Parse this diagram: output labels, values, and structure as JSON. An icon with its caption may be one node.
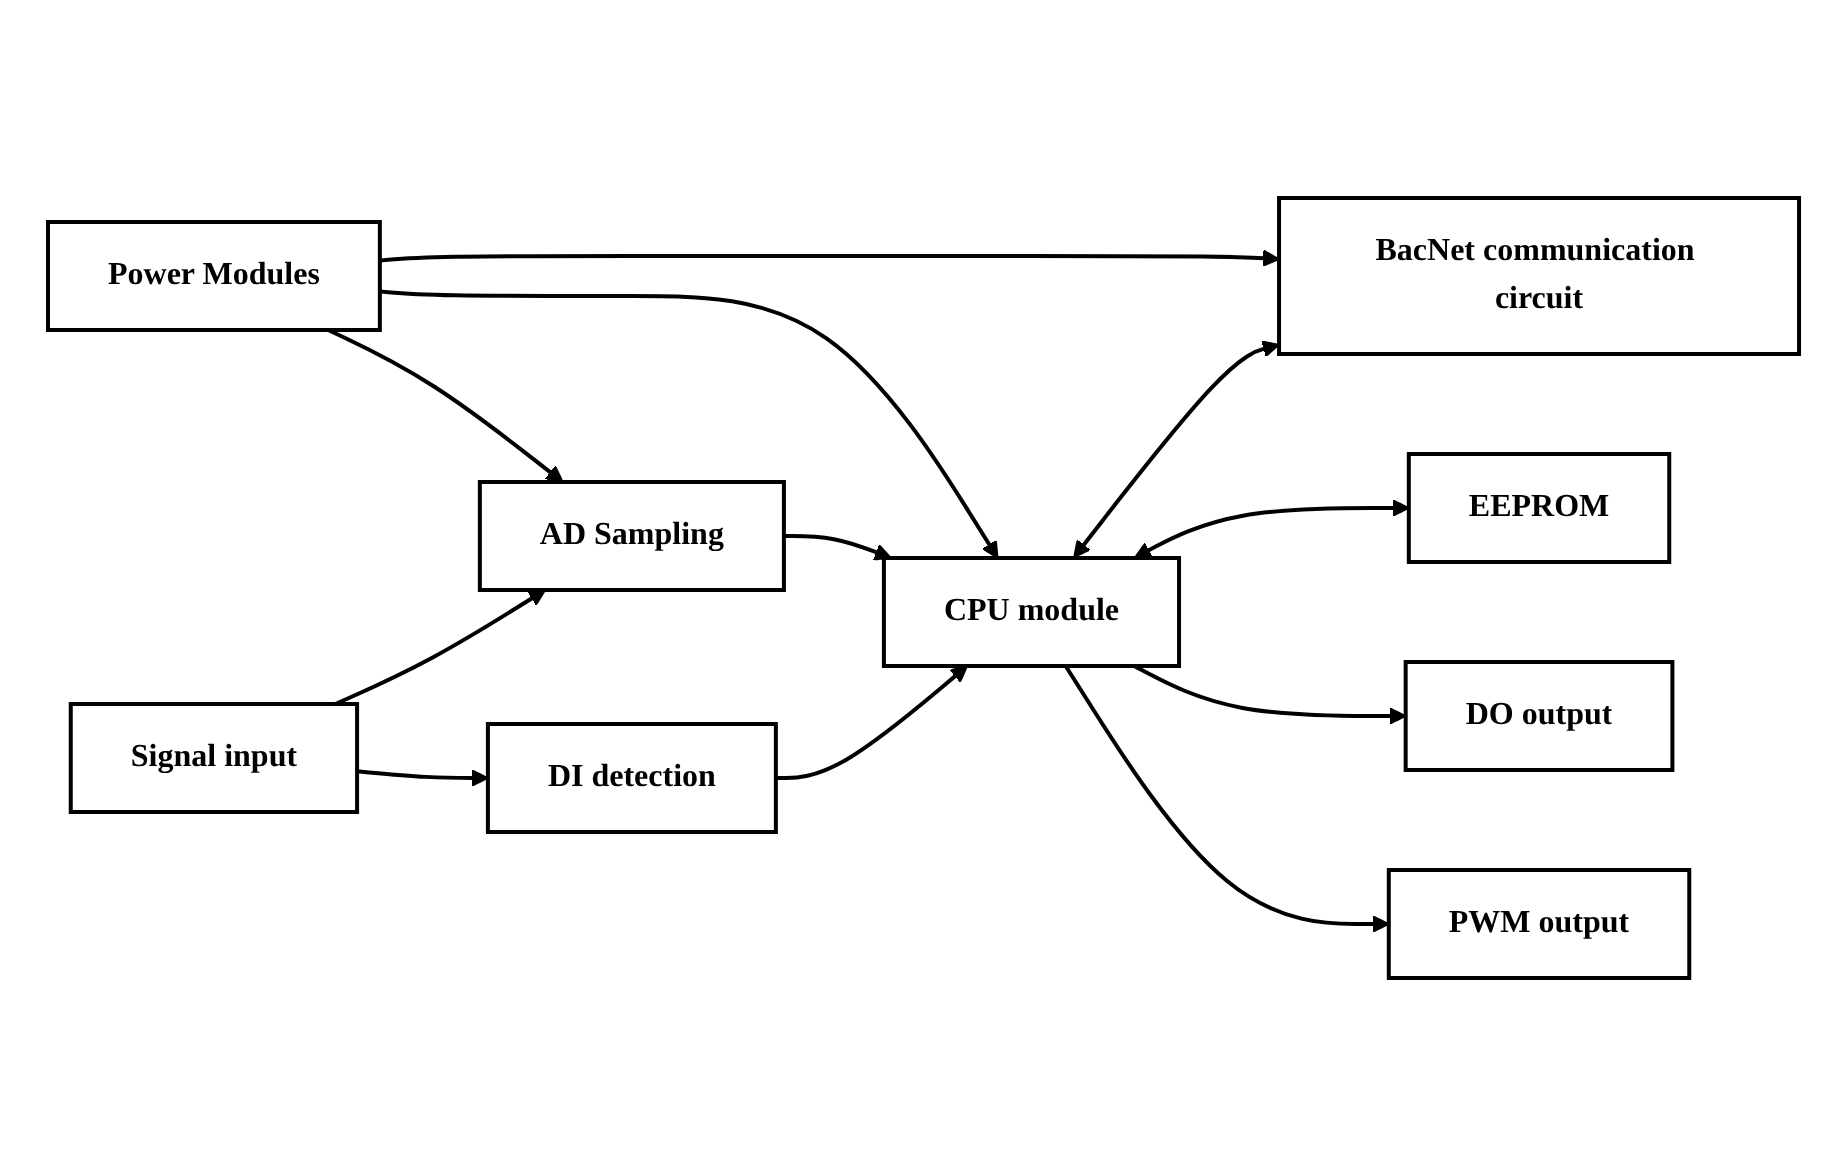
{
  "diagram": {
    "nodes": [
      {
        "text": [
          "Power Modules"
        ]
      },
      {
        "text": [
          "Signal input"
        ]
      },
      {
        "text": [
          "AD Sampling"
        ]
      },
      {
        "text": [
          "DI detection"
        ]
      },
      {
        "text": [
          "CPU module"
        ]
      },
      {
        "text": [
          "BacNet communication circuit"
        ]
      },
      {
        "text": [
          "EEPROM"
        ]
      },
      {
        "text": [
          "DO output"
        ]
      },
      {
        "text": [
          "PWM output"
        ]
      }
    ],
    "edges": [
      {
        "from": 0,
        "to": 2,
        "arrow": "to"
      },
      {
        "from": 0,
        "to": 4,
        "arrow": "to"
      },
      {
        "from": 0,
        "to": 5,
        "arrow": "to"
      },
      {
        "from": 1,
        "to": 2,
        "arrow": "to"
      },
      {
        "from": 1,
        "to": 3,
        "arrow": "to"
      },
      {
        "from": 2,
        "to": 4,
        "arrow": "to"
      },
      {
        "from": 3,
        "to": 4,
        "arrow": "to"
      },
      {
        "from": 4,
        "to": 5,
        "arrow": "both"
      },
      {
        "from": 4,
        "to": 6,
        "arrow": "both"
      },
      {
        "from": 4,
        "to": 7,
        "arrow": "to"
      },
      {
        "from": 4,
        "to": 8,
        "arrow": "to"
      }
    ]
  }
}
